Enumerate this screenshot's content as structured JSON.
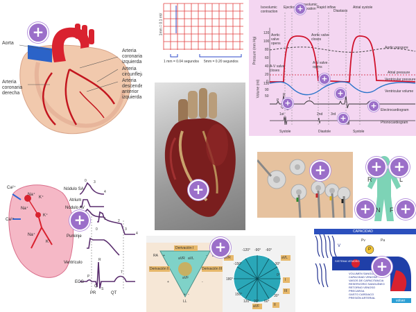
{
  "colors": {
    "hotspot": "#9b6fc9",
    "wiggers_bg": "#f4d6f1",
    "ecg_grid": "#e23b3b",
    "aorta_red": "#d9222f"
  },
  "hotspot_symbol": "+",
  "anatomy": {
    "aorta": "Aorta",
    "left_coronary": "Arteria\ncoronaria\nizquierda",
    "circumflex": "Arteria\ncircunfleja",
    "lad": "Arteria\ndescendente\nanterior\nizquierda",
    "right_coronary": "Arteria\ncoronaria\nderecha"
  },
  "ecg_paper": {
    "y_label": "1mm = 0.1 mV",
    "small_box": "1 mm = 0.04 segundos",
    "big_box": "5mm = 0.20 segundos"
  },
  "wiggers": {
    "phase_labels": [
      "Isovolumic\ncontraction",
      "Ejection",
      "Isovolumic\nrelaxation",
      "Rapid inflow",
      "Diastasis",
      "Atrial systole"
    ],
    "valve_labels": [
      "Aortic\nvalve\nopens",
      "Aortic valve\ncloses",
      "A-V valve\ncloses",
      "A-V valve\nopens"
    ],
    "y_pressure": "Pressure (mm Hg)",
    "y_volume": "Volume (ml)",
    "y_ticks": [
      "120",
      "100",
      "80",
      "60",
      "40",
      "20",
      "0",
      "130",
      "90",
      "50"
    ],
    "curves": [
      "Aortic pressure",
      "Atrial pressure",
      "Ventricular pressure",
      "Ventricular volume",
      "Electrocardiogram",
      "Phonocardiogram"
    ],
    "heart_sounds": [
      "1st",
      "2nd",
      "3rd"
    ],
    "waves": [
      "R",
      "P",
      "Q",
      "S",
      "T"
    ],
    "bottom_phases": [
      "Systole",
      "Diastole",
      "Systole"
    ]
  },
  "conduction": {
    "ions": [
      "Ca²⁺",
      "Na⁺",
      "K⁺",
      "Ca²⁺",
      "Na⁺",
      "K⁺",
      "Na⁺",
      "K⁺"
    ],
    "rows": [
      "Nódulo SA",
      "Atrium",
      "Nódulo AV",
      "Purkinje",
      "Ventrículo",
      "ECG"
    ],
    "numbers": [
      "0",
      "3",
      "4",
      "1",
      "2",
      "0",
      "3",
      "4"
    ],
    "intervals": [
      "PR",
      "QT"
    ],
    "wave_letters": [
      "P",
      "Q",
      "R",
      "S",
      "T"
    ]
  },
  "limb_leads": {
    "L": "L",
    "R": "R",
    "N": "N",
    "F": "F"
  },
  "einthoven": {
    "derivations": [
      "Derivación I",
      "Derivación II",
      "Derivación III"
    ],
    "augmented": [
      "aVR",
      "aVL",
      "aVF",
      "aVR",
      "aVL",
      "aVF"
    ],
    "leads": [
      "I",
      "II",
      "III"
    ],
    "signs": [
      "+",
      "-",
      "+",
      "-",
      "+",
      "-"
    ],
    "limbs": [
      "RA",
      "LA",
      "LL"
    ],
    "angles": [
      "-120°",
      "-90°",
      "-60°",
      "-150°",
      "-30°",
      "180°",
      "0°",
      "150°",
      "30°",
      "120°",
      "60°",
      "90°"
    ]
  },
  "circulation": {
    "title": "CAPACIDAD",
    "list": [
      "SISTEMA VENOSO",
      "VOLUMEN SANGUÍNEO VENOSO",
      "CAPACIDAD VENOSA",
      "VASOS DE CAPACITANCIA",
      "RESERVORIO SANGUÍNEO",
      "RETORNO VENOSO",
      "PRECARGA",
      "GASTO CARDIACO",
      "PRESIÓN ARTERIAL"
    ],
    "labels": [
      "V",
      "Pv",
      "P",
      "Pa"
    ],
    "button": "volver"
  }
}
